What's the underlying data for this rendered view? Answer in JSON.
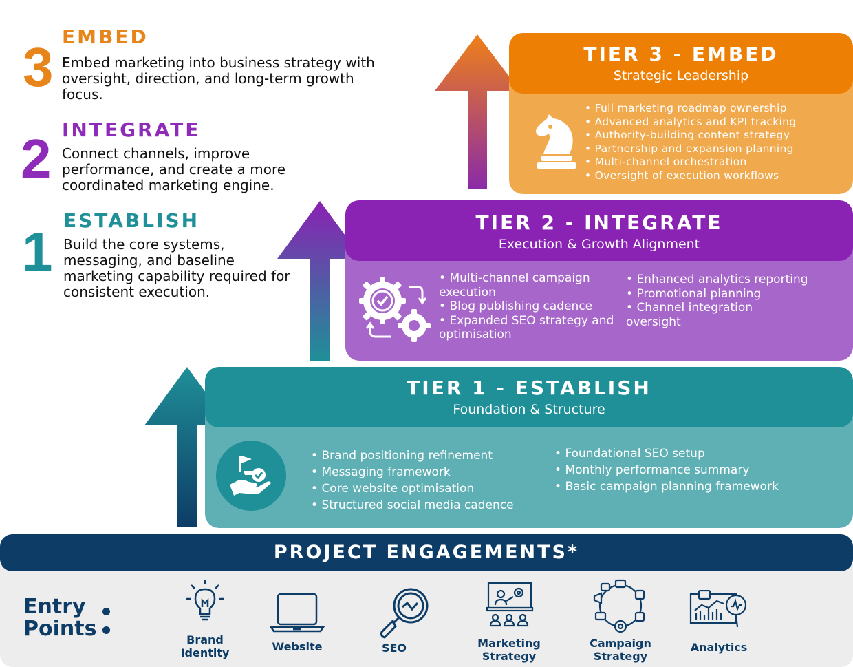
{
  "legend": [
    {
      "number": "3",
      "heading": "EMBED",
      "text": "Embed marketing into business strategy with oversight, direction, and long-term growth focus.",
      "color": "#e8851a"
    },
    {
      "number": "2",
      "heading": "INTEGRATE",
      "text": "Connect channels, improve performance, and create a more coordinated marketing engine.",
      "color": "#8e2bb8"
    },
    {
      "number": "1",
      "heading": "ESTABLISH",
      "text": "Build the core systems, messaging, and baseline marketing capability required for consistent execution.",
      "color": "#1f8f98"
    }
  ],
  "tiers": {
    "tier3": {
      "title": "TIER 3 - EMBED",
      "subtitle": "Strategic Leadership",
      "icon": "chess-knight-icon",
      "head_color": "#ee7f05",
      "body_color": "#f0a94d",
      "bullets": [
        "Full marketing roadmap ownership",
        "Advanced analytics and KPI tracking",
        "Authority-building content strategy",
        "Partnership and expansion planning",
        "Multi-channel orchestration",
        "Oversight of execution workflows"
      ]
    },
    "tier2": {
      "title": "TIER 2 - INTEGRATE",
      "subtitle": "Execution & Growth Alignment",
      "icon": "gears-cycle-icon",
      "head_color": "#8a22b3",
      "body_color": "#a766c9",
      "bullets_left": [
        "Multi-channel campaign execution",
        "Blog publishing cadence",
        "Expanded SEO strategy and optimisation"
      ],
      "bullets_right": [
        "Enhanced analytics reporting",
        "Promotional planning",
        "Channel integration oversight"
      ]
    },
    "tier1": {
      "title": "TIER 1 - ESTABLISH",
      "subtitle": "Foundation & Structure",
      "icon": "hand-flag-icon",
      "head_color": "#1f8f98",
      "body_color": "#5eb0b5",
      "bullets_left": [
        "Brand positioning refinement",
        "Messaging framework",
        "Core website optimisation",
        "Structured social media cadence"
      ],
      "bullets_right": [
        "Foundational SEO setup",
        "Monthly performance summary",
        "Basic campaign planning framework"
      ]
    }
  },
  "project_engagements": {
    "title": "PROJECT ENGAGEMENTS*",
    "entry_title_line1": "Entry",
    "entry_title_line2": "Points",
    "items": [
      {
        "label_line1": "Brand",
        "label_line2": "Identity",
        "icon": "lightbulb-icon"
      },
      {
        "label_line1": "Website",
        "label_line2": "",
        "icon": "laptop-icon"
      },
      {
        "label_line1": "SEO",
        "label_line2": "",
        "icon": "magnifier-icon"
      },
      {
        "label_line1": "Marketing",
        "label_line2": "Strategy",
        "icon": "presentation-icon"
      },
      {
        "label_line1": "Campaign",
        "label_line2": "Strategy",
        "icon": "campaign-cycle-icon"
      },
      {
        "label_line1": "Analytics",
        "label_line2": "",
        "icon": "analytics-icon"
      }
    ],
    "bar_color": "#0d3c66"
  }
}
